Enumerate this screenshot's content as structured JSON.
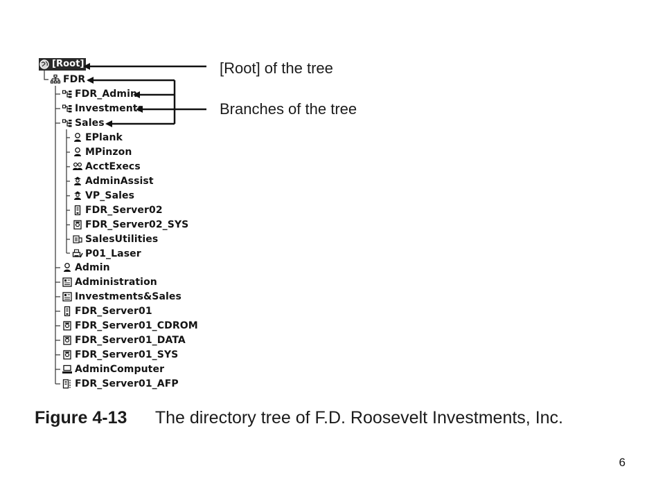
{
  "tree": {
    "root": {
      "label": "[Root]",
      "icon": "globe-icon"
    },
    "org": {
      "label": "FDR",
      "icon": "organization-icon"
    },
    "branches": [
      {
        "label": "FDR_Admin",
        "icon": "organizational-unit-icon"
      },
      {
        "label": "Investments",
        "icon": "organizational-unit-icon"
      },
      {
        "label": "Sales",
        "icon": "organizational-unit-icon"
      }
    ],
    "sales_children": [
      {
        "label": "EPlank",
        "icon": "user-icon"
      },
      {
        "label": "MPinzon",
        "icon": "user-icon"
      },
      {
        "label": "AcctExecs",
        "icon": "group-icon"
      },
      {
        "label": "AdminAssist",
        "icon": "organizational-role-icon"
      },
      {
        "label": "VP_Sales",
        "icon": "organizational-role-icon"
      },
      {
        "label": "FDR_Server02",
        "icon": "server-icon"
      },
      {
        "label": "FDR_Server02_SYS",
        "icon": "volume-icon"
      },
      {
        "label": "SalesUtilities",
        "icon": "directory-map-icon"
      },
      {
        "label": "P01_Laser",
        "icon": "printer-icon"
      }
    ],
    "org_children": [
      {
        "label": "Admin",
        "icon": "user-icon"
      },
      {
        "label": "Administration",
        "icon": "profile-icon"
      },
      {
        "label": "Investments&Sales",
        "icon": "profile-icon"
      },
      {
        "label": "FDR_Server01",
        "icon": "server-icon"
      },
      {
        "label": "FDR_Server01_CDROM",
        "icon": "volume-icon"
      },
      {
        "label": "FDR_Server01_DATA",
        "icon": "volume-icon"
      },
      {
        "label": "FDR_Server01_SYS",
        "icon": "volume-icon"
      },
      {
        "label": "AdminComputer",
        "icon": "computer-icon"
      },
      {
        "label": "FDR_Server01_AFP",
        "icon": "afp-server-icon"
      }
    ]
  },
  "annotations": {
    "root": "[Root] of the tree",
    "branches": "Branches of the tree"
  },
  "caption": {
    "number": "Figure 4-13",
    "text": "The directory tree of F.D. Roosevelt Investments, Inc."
  },
  "page_number": "6"
}
